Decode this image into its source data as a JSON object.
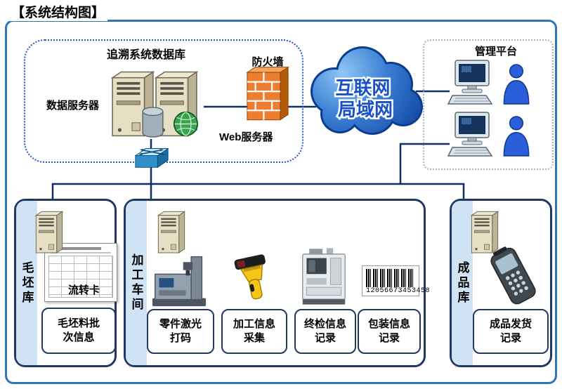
{
  "title": "【系统结构图】",
  "colors": {
    "border_blue": "#2e75b6",
    "line_navy": "#0e2f63",
    "section_border": "#1f3864",
    "section_stripe": "#cfe3f5",
    "cloud_blue": "#2d6fd2",
    "firewall_orange": "#ed7d31"
  },
  "server_area": {
    "db_label": "追溯系统数据库",
    "data_server_label": "数据服务器",
    "firewall_label": "防火墙",
    "web_server_label": "Web服务器"
  },
  "cloud": {
    "line1": "互联网",
    "line2": "局域网"
  },
  "management": {
    "label": "管理平台"
  },
  "sections": {
    "blank": {
      "title": "毛坯库",
      "card_label": "流转卡",
      "box": {
        "line1": "毛坯料批",
        "line2": "次信息"
      }
    },
    "workshop": {
      "title": "加工车间",
      "barcode_number": "12056673453458",
      "boxes": [
        {
          "line1": "零件激光",
          "line2": "打码"
        },
        {
          "line1": "加工信息",
          "line2": "采集"
        },
        {
          "line1": "终检信息",
          "line2": "记录"
        },
        {
          "line1": "包装信息",
          "line2": "记录"
        }
      ]
    },
    "finished": {
      "title": "成品库",
      "box": {
        "line1": "成品发货",
        "line2": "记录"
      }
    }
  },
  "icons": {
    "server_tower": "server-tower-icon",
    "database_cylinder": "database-icon",
    "globe": "globe-icon",
    "firewall": "firewall-icon",
    "switch": "network-switch-icon",
    "workstation": "computer-icon",
    "user": "user-icon",
    "laser_marker": "laser-marking-machine-icon",
    "barcode_scanner": "barcode-scanner-icon",
    "inspection_machine": "inspection-machine-icon",
    "barcode": "barcode-icon",
    "handheld_terminal": "handheld-terminal-icon"
  }
}
